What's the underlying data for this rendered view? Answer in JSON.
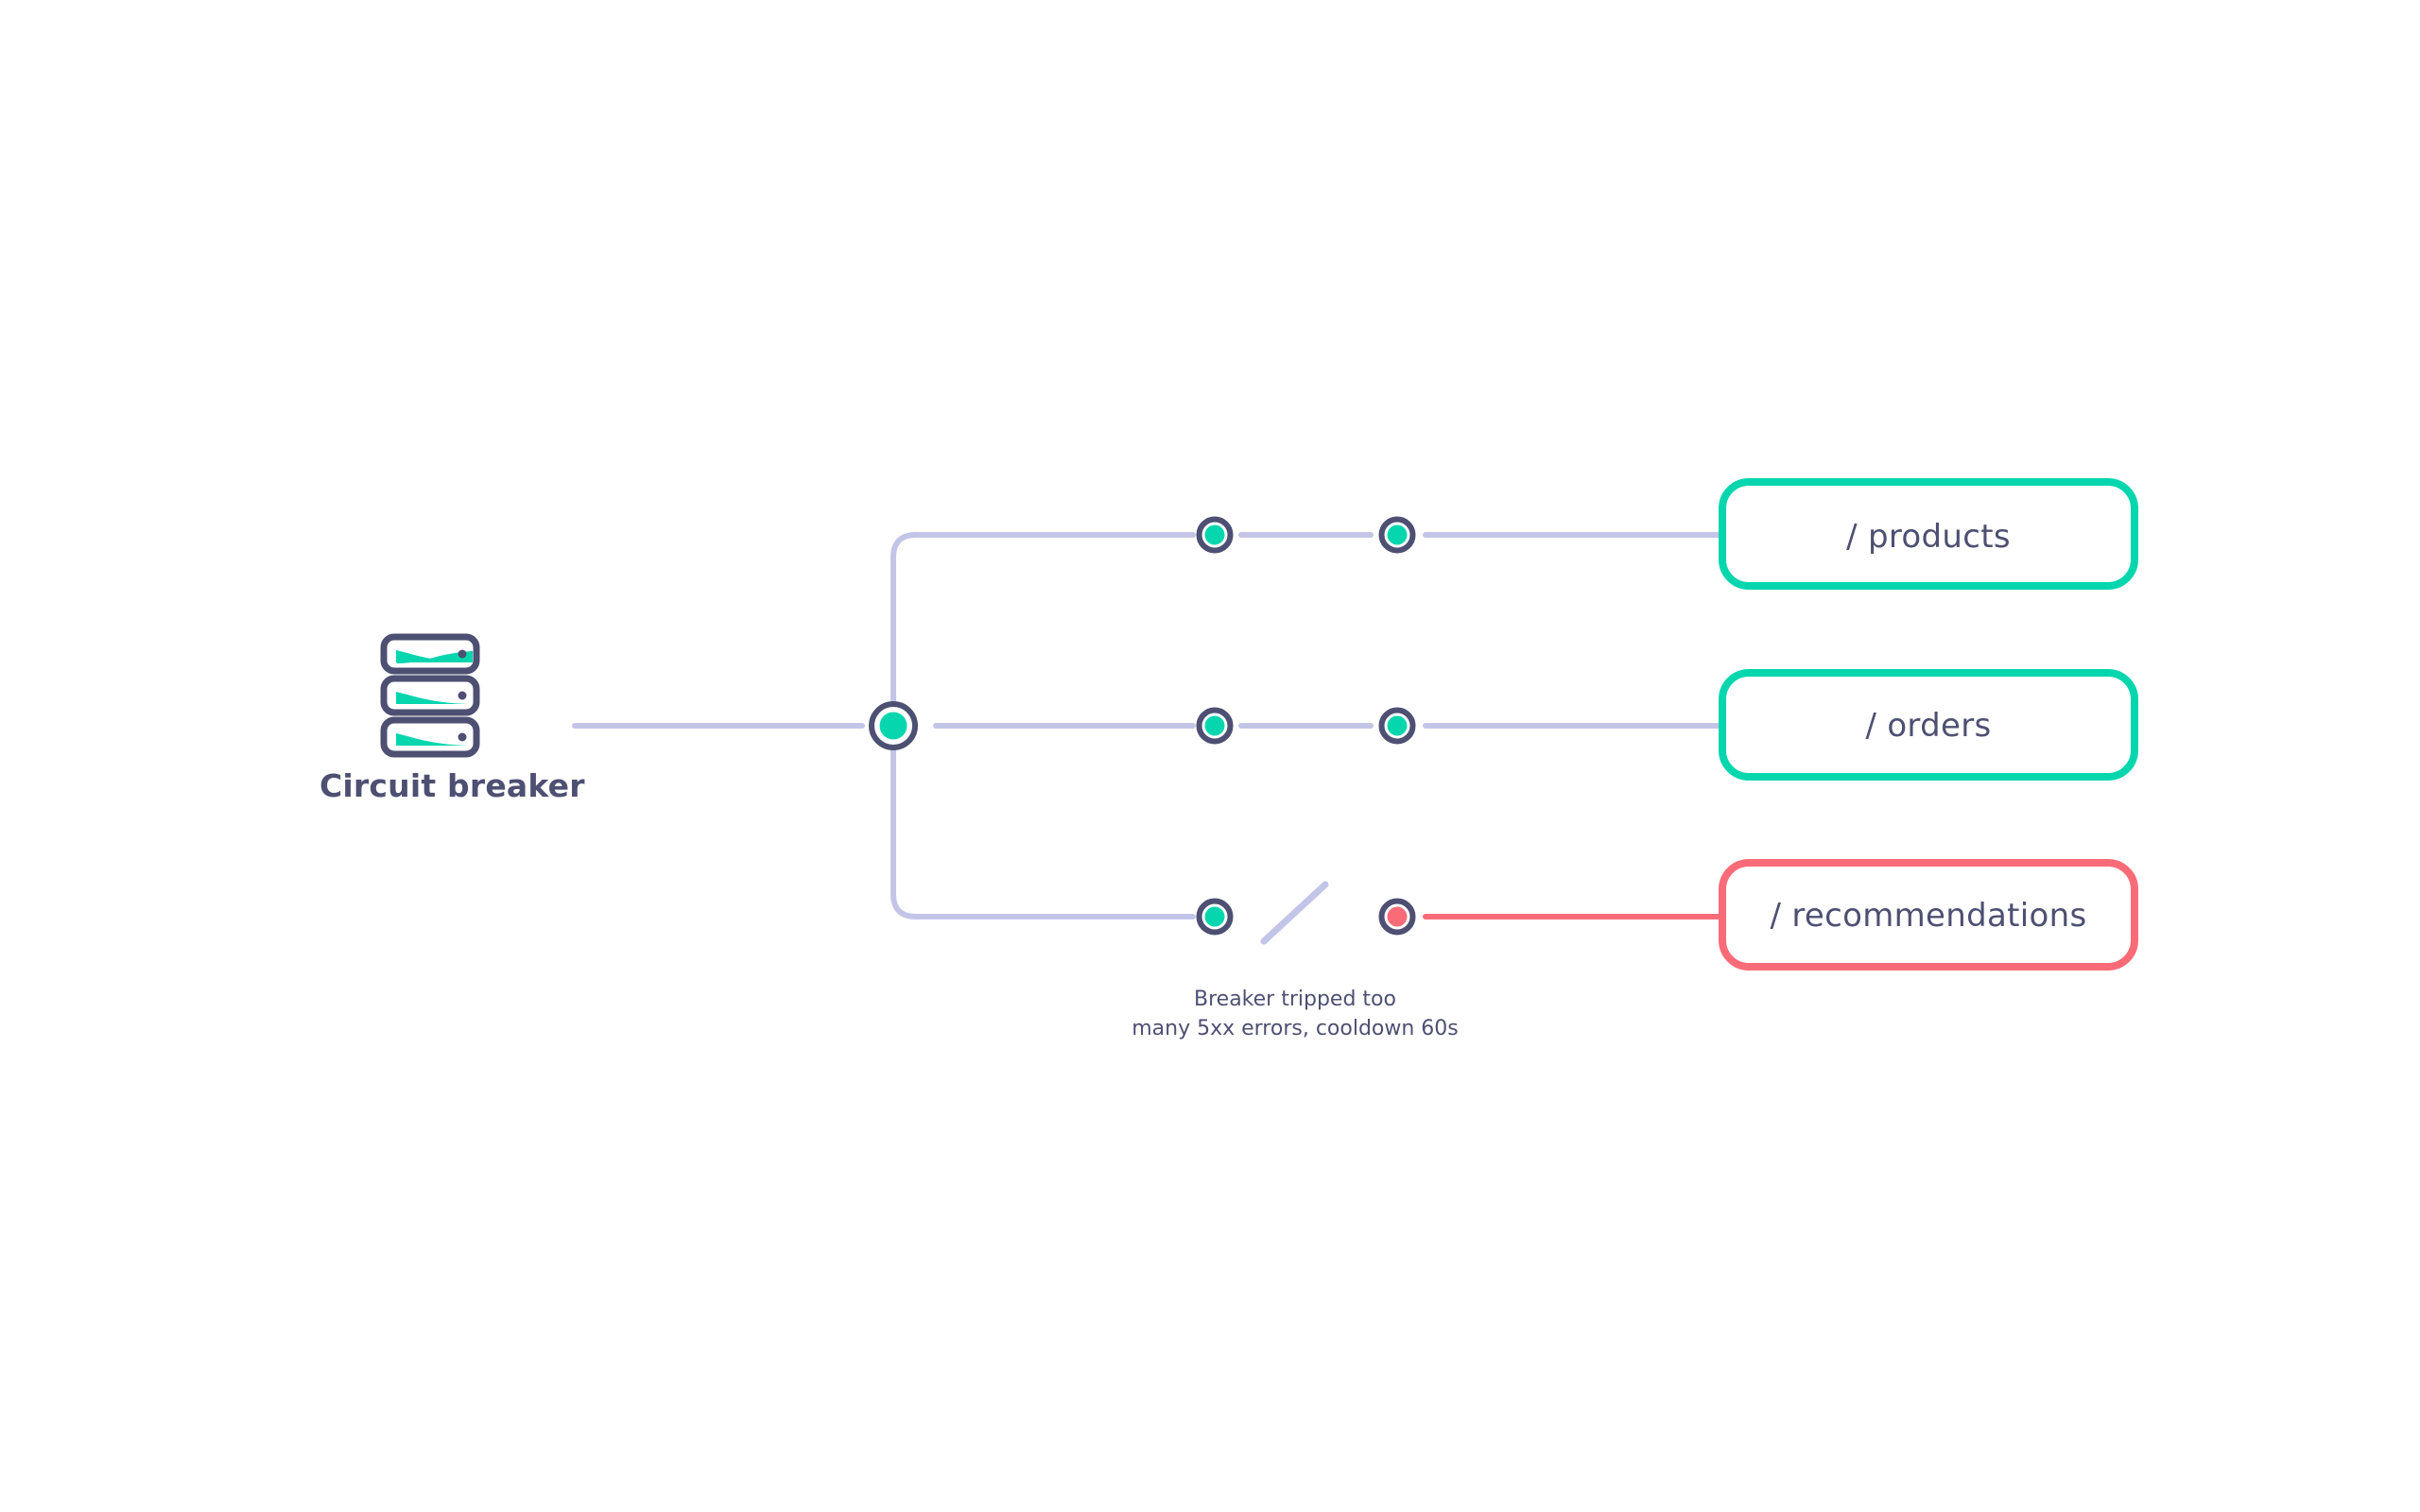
{
  "diagram": {
    "type": "circuit-breaker-routing-diagram",
    "background_color": "#ffffff",
    "source": {
      "icon": "server-stack-icon",
      "label": "Circuit breaker",
      "label_color": "#4d5072",
      "rows": 3,
      "row_accent_color": "#05d6ae"
    },
    "hub": {
      "name": "router-hub-node",
      "state": "healthy",
      "fill": "#05d6ae",
      "ring": "#4d5072"
    },
    "link_color": "#c3c5e8",
    "fail_color": "#fa6b78",
    "ok_color": "#05d6ae",
    "branches": [
      {
        "id": "products",
        "route_label": "/ products",
        "status": "closed",
        "box_border_color": "#05d6ae",
        "stage_nodes": [
          {
            "name": "probe-node",
            "status": "ok",
            "fill": "#05d6ae"
          },
          {
            "name": "upstream-node",
            "status": "ok",
            "fill": "#05d6ae"
          }
        ],
        "final_link_color": "#c3c5e8",
        "broken": false
      },
      {
        "id": "orders",
        "route_label": "/ orders",
        "status": "closed",
        "box_border_color": "#05d6ae",
        "stage_nodes": [
          {
            "name": "probe-node",
            "status": "ok",
            "fill": "#05d6ae"
          },
          {
            "name": "upstream-node",
            "status": "ok",
            "fill": "#05d6ae"
          }
        ],
        "final_link_color": "#c3c5e8",
        "broken": false
      },
      {
        "id": "recommendations",
        "route_label": "/ recommendations",
        "status": "open",
        "box_border_color": "#fa6b78",
        "stage_nodes": [
          {
            "name": "probe-node",
            "status": "ok",
            "fill": "#05d6ae"
          },
          {
            "name": "upstream-node",
            "status": "failed",
            "fill": "#fa6b78"
          }
        ],
        "final_link_color": "#fa6b78",
        "broken": true,
        "break_marker": "diagonal-slash",
        "caption": "Breaker tripped too\nmany 5xx errors, cooldown 60s",
        "caption_line_1": "Breaker tripped too",
        "caption_line_2": "many 5xx errors, cooldown 60s"
      }
    ]
  }
}
